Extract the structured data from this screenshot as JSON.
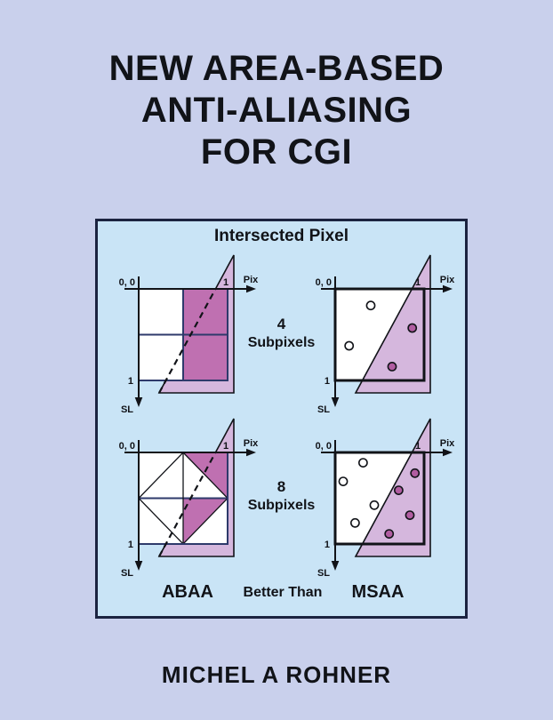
{
  "cover": {
    "title_lines": [
      "NEW AREA-BASED",
      "ANTI-ALIASING",
      "FOR CGI"
    ],
    "author": "MICHEL A ROHNER"
  },
  "panel": {
    "heading": "Intersected Pixel",
    "rows": [
      {
        "count": "4",
        "label": "Subpixels"
      },
      {
        "count": "8",
        "label": "Subpixels"
      }
    ],
    "footer": {
      "left": "ABAA",
      "middle": "Better Than",
      "right": "MSAA"
    }
  },
  "axis_labels": {
    "origin": "0, 0",
    "one": "1",
    "pix": "Pix",
    "sl": "SL"
  },
  "colors": {
    "background": "#c9d0ec",
    "panel_bg": "#c9e4f6",
    "panel_border": "#1b2340",
    "ink": "#111318",
    "navy_line": "#2e3a6b",
    "magenta": "#bf70b1",
    "light_purple": "#d5b7dd",
    "sample_fill": "#b15da1"
  }
}
